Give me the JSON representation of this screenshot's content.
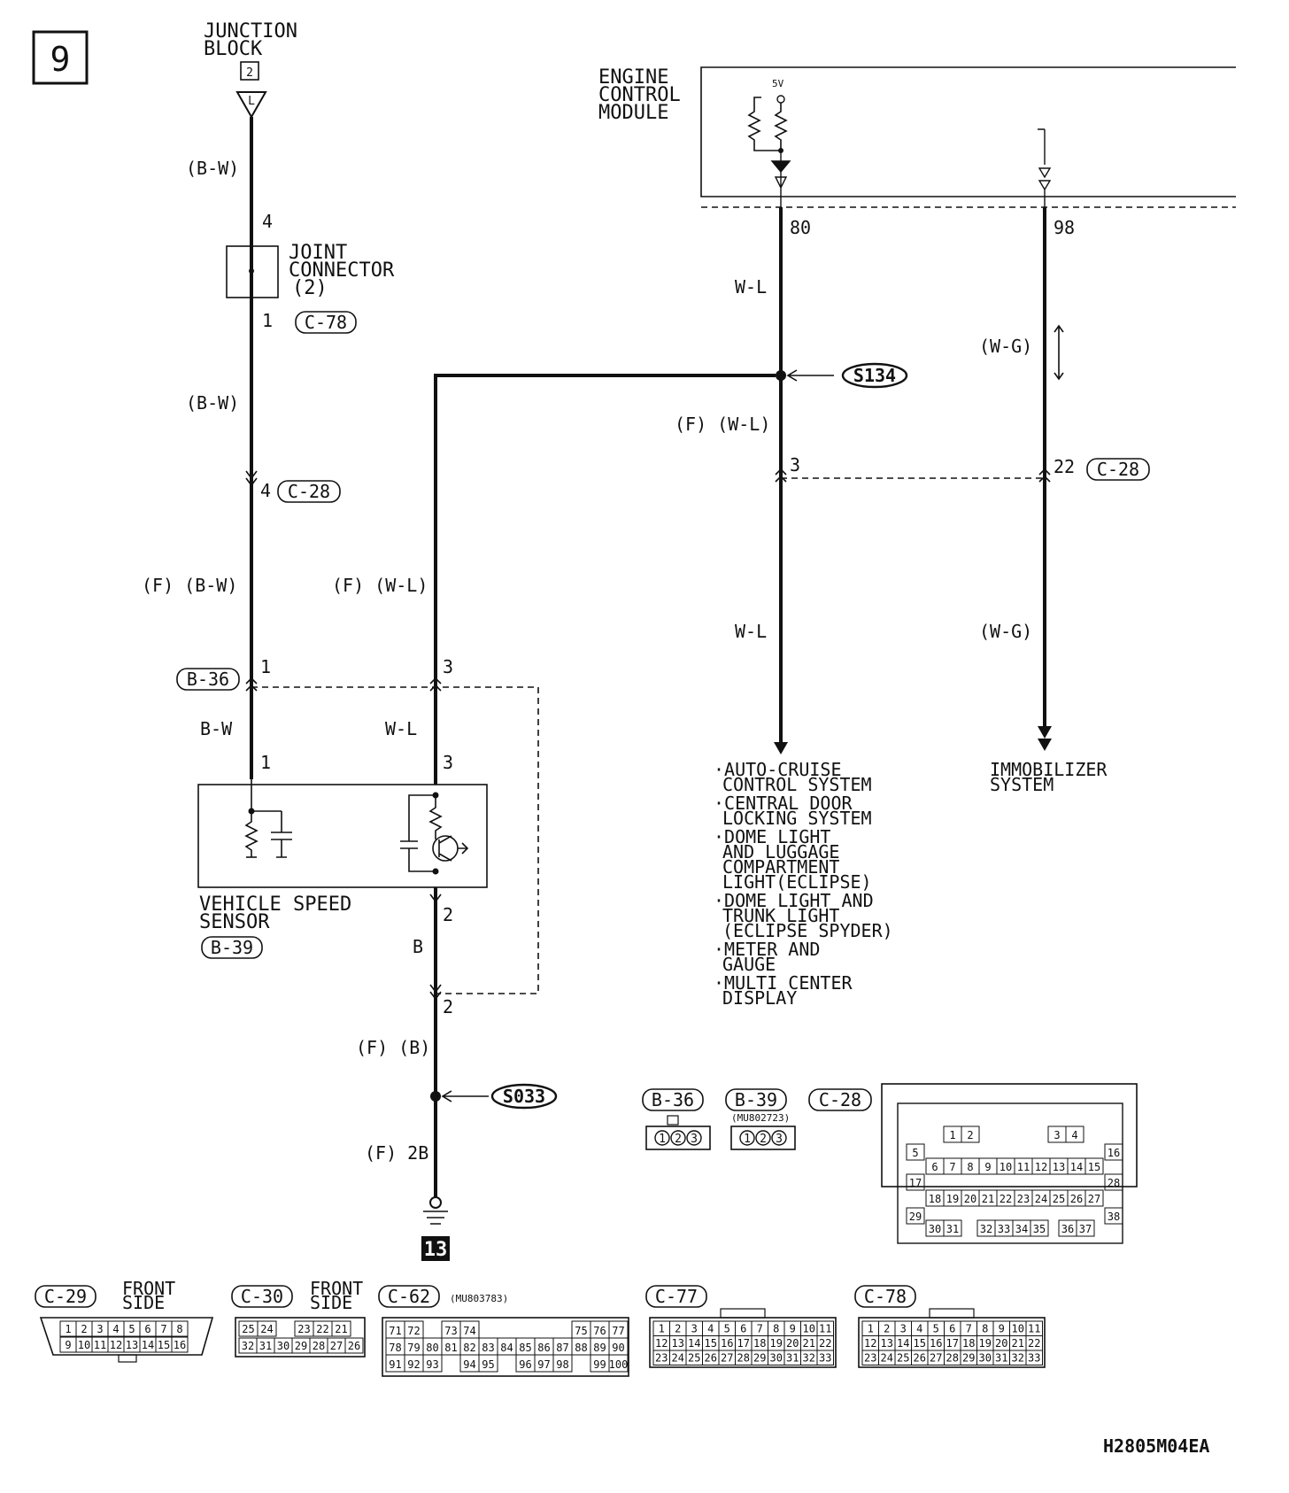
{
  "page": {
    "number": "9",
    "code": "H2805M04EA"
  },
  "junction_block": {
    "title_line1": "JUNCTION",
    "title_line2": "BLOCK",
    "number": "2",
    "pin": "L"
  },
  "ecm": {
    "title_line1": "ENGINE",
    "title_line2": "CONTROL",
    "title_line3": "MODULE",
    "voltage": "5V",
    "pin_a": "80",
    "pin_b": "98"
  },
  "joint_connector": {
    "title_line1": "JOINT",
    "title_line2": "CONNECTOR",
    "title_line3": "(2)",
    "pin_top": "4",
    "pin_bottom": "1",
    "ref": "C-78"
  },
  "left_wire": {
    "color_top": "(B-W)",
    "color_mid": "(B-W)",
    "pin_c28": "4",
    "ref_c28": "C-28",
    "color_f": "(F) (B-W)",
    "ref_b36": "B-36",
    "pin_b36": "1",
    "color_bw": "B-W",
    "pin_sensor": "1"
  },
  "center_wire": {
    "color_f": "(F) (W-L)",
    "pin_b36": "3",
    "color_wl": "W-L",
    "pin_sensor": "3",
    "pin_sensor_out": "2",
    "color_b": "B",
    "pin_b39": "2",
    "color_fb": "(F) (B)",
    "splice": "S033",
    "color_f2b": "(F) 2B",
    "ground": "13"
  },
  "ecm_wire": {
    "color_wl": "W-L",
    "splice": "S134",
    "color_f": "(F) (W-L)",
    "pin_c28": "3",
    "color_wl_lower": "W-L"
  },
  "immobilizer_wire": {
    "color_top": "(W-G)",
    "pin_c28": "22",
    "ref_c28": "C-28",
    "color_bottom": "(W-G)"
  },
  "vehicle_speed_sensor": {
    "title_line1": "VEHICLE SPEED",
    "title_line2": "SENSOR",
    "ref": "B-39"
  },
  "systems": {
    "s1_line1": "·AUTO-CRUISE",
    "s1_line2": "CONTROL SYSTEM",
    "s2_line1": "·CENTRAL DOOR",
    "s2_line2": "LOCKING SYSTEM",
    "s3_line1": "·DOME LIGHT",
    "s3_line2": "AND LUGGAGE",
    "s3_line3": "COMPARTMENT",
    "s3_line4": "LIGHT(ECLIPSE)",
    "s4_line1": "·DOME LIGHT AND",
    "s4_line2": "TRUNK LIGHT",
    "s4_line3": "(ECLIPSE SPYDER)",
    "s5_line1": "·METER AND",
    "s5_line2": "GAUGE",
    "s6_line1": "·MULTI CENTER",
    "s6_line2": "DISPLAY",
    "immobilizer_line1": "IMMOBILIZER",
    "immobilizer_line2": "SYSTEM"
  },
  "connectors": {
    "b36": {
      "ref": "B-36",
      "pins": [
        "1",
        "2",
        "3"
      ]
    },
    "b39": {
      "ref": "B-39",
      "part": "(MU802723)",
      "pins": [
        "1",
        "2",
        "3"
      ]
    },
    "c28": {
      "ref": "C-28",
      "row1": [
        "1",
        "2",
        "3",
        "4"
      ],
      "row2": [
        "5",
        "6",
        "7",
        "8",
        "9",
        "10",
        "11",
        "12",
        "13",
        "14",
        "15",
        "16"
      ],
      "row3": [
        "17",
        "18",
        "19",
        "20",
        "21",
        "22",
        "23",
        "24",
        "25",
        "26",
        "27",
        "28"
      ],
      "row4": [
        "29",
        "30",
        "31",
        "32",
        "33",
        "34",
        "35",
        "36",
        "37",
        "38"
      ]
    },
    "c29": {
      "ref": "C-29",
      "side_line1": "FRONT",
      "side_line2": "SIDE",
      "row1": [
        "1",
        "2",
        "3",
        "4",
        "5",
        "6",
        "7",
        "8"
      ],
      "row2": [
        "9",
        "10",
        "11",
        "12",
        "13",
        "14",
        "15",
        "16"
      ]
    },
    "c30": {
      "ref": "C-30",
      "side_line1": "FRONT",
      "side_line2": "SIDE",
      "row1": [
        "25",
        "24",
        "",
        "23",
        "22",
        "21"
      ],
      "row2": [
        "32",
        "31",
        "30",
        "29",
        "28",
        "27",
        "26"
      ]
    },
    "c62": {
      "ref": "C-62",
      "part": "(MU803783)",
      "row1": [
        "71",
        "72",
        "",
        "73",
        "74",
        "",
        "",
        "",
        "",
        "",
        "75",
        "76",
        "77"
      ],
      "row2": [
        "78",
        "79",
        "80",
        "81",
        "82",
        "83",
        "84",
        "85",
        "86",
        "87",
        "88",
        "89",
        "90"
      ],
      "row3": [
        "91",
        "92",
        "93",
        "",
        "94",
        "95",
        "",
        "96",
        "97",
        "98",
        "",
        "99",
        "100"
      ]
    },
    "c77": {
      "ref": "C-77",
      "row1": [
        "1",
        "2",
        "3",
        "4",
        "5",
        "6",
        "7",
        "8",
        "9",
        "10",
        "11"
      ],
      "row2": [
        "12",
        "13",
        "14",
        "15",
        "16",
        "17",
        "18",
        "19",
        "20",
        "21",
        "22"
      ],
      "row3": [
        "23",
        "24",
        "25",
        "26",
        "27",
        "28",
        "29",
        "30",
        "31",
        "32",
        "33"
      ]
    },
    "c78": {
      "ref": "C-78",
      "row1": [
        "1",
        "2",
        "3",
        "4",
        "5",
        "6",
        "7",
        "8",
        "9",
        "10",
        "11"
      ],
      "row2": [
        "12",
        "13",
        "14",
        "15",
        "16",
        "17",
        "18",
        "19",
        "20",
        "21",
        "22"
      ],
      "row3": [
        "23",
        "24",
        "25",
        "26",
        "27",
        "28",
        "29",
        "30",
        "31",
        "32",
        "33"
      ]
    }
  }
}
